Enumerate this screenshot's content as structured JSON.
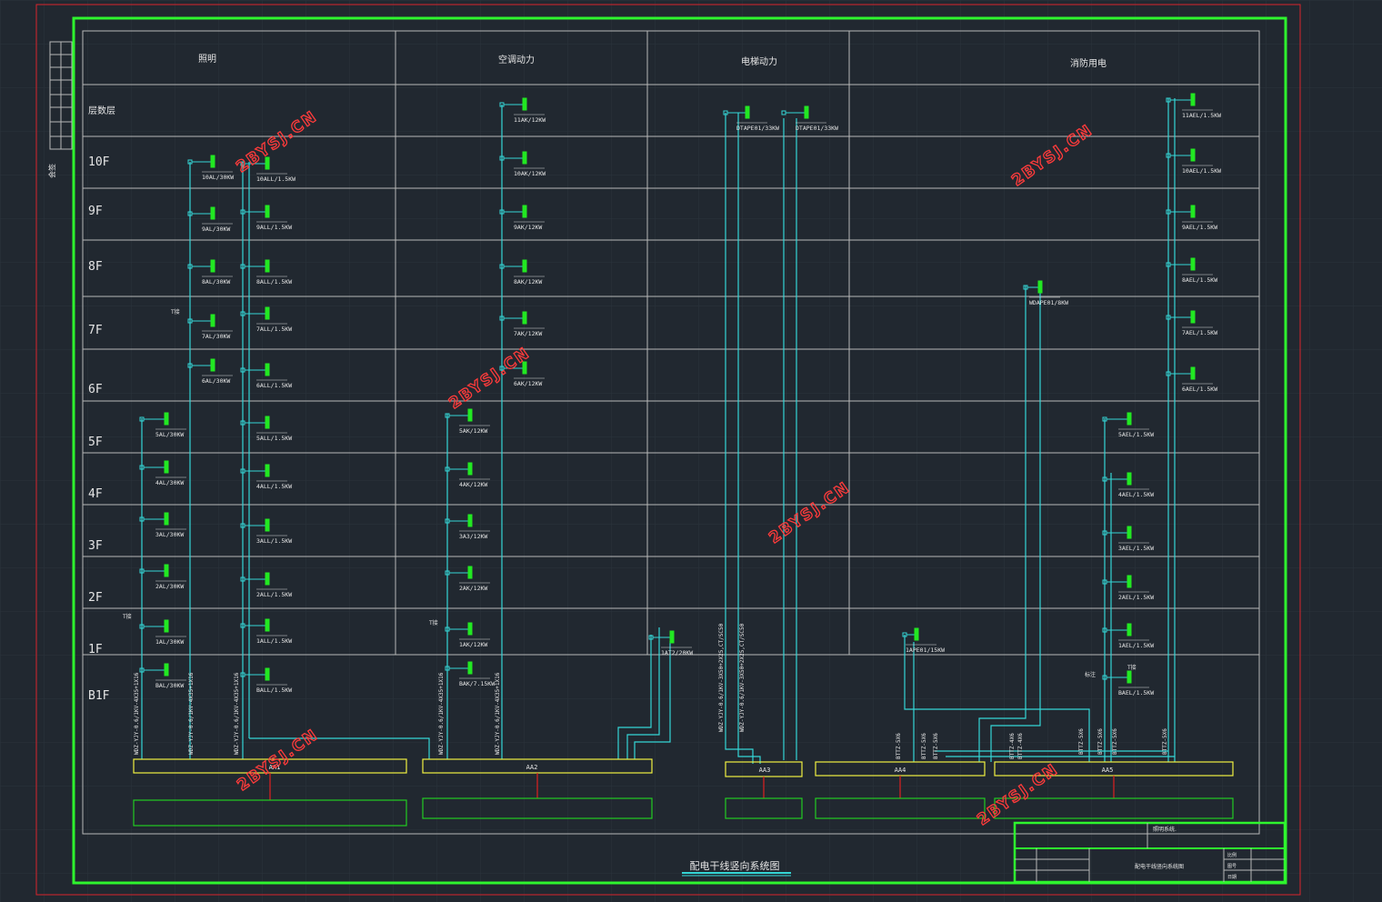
{
  "colors": {
    "background": "#212830",
    "grid": "#2b333c",
    "red_border": "#d9232b",
    "green_frame": "#2ef52e",
    "table_line": "#b8b8b8",
    "cable": "#35d6d6",
    "breaker": "#22e822",
    "bus_bar": "#f0f040",
    "cabinet": "#22cc22",
    "link_red": "#e02020",
    "watermark": "#ff3b3b",
    "title_underline": "#35d6d6"
  },
  "drawing": {
    "title": "配电干线竖向系统图",
    "watermark_text": "2BYSJ.CN"
  },
  "table": {
    "sections": [
      {
        "id": "lighting",
        "label": "照明"
      },
      {
        "id": "hvac",
        "label": "空调动力"
      },
      {
        "id": "elevator",
        "label": "电梯动力"
      },
      {
        "id": "fire",
        "label": "消防用电"
      }
    ],
    "floor_header": "层数层",
    "floors": [
      "10F",
      "9F",
      "8F",
      "7F",
      "6F",
      "5F",
      "4F",
      "3F",
      "2F",
      "1F",
      "B1F"
    ]
  },
  "cabinets": [
    {
      "id": "AA1",
      "label": "AA1"
    },
    {
      "id": "AA2",
      "label": "AA2"
    },
    {
      "id": "AA3",
      "label": "AA3"
    },
    {
      "id": "AA4",
      "label": "AA4"
    },
    {
      "id": "AA5",
      "label": "AA5"
    }
  ],
  "cables": {
    "aa1_a": "WDZ-YJY-0.6/1KV-4X35+1X16",
    "aa1_b": "WDZ-YJY-0.6/1KV-4X35+1X16",
    "aa1_c": "WDZ-YJY-0.6/1KV-4X35+1X16",
    "aa2_a": "WDZ-YJY-0.6/1KV-4X35+1X16",
    "aa2_b": "WDZ-YJY-0.6/1KV-4X35+1X16",
    "aa3_a": "WDZ-YJY-0.6/1KV-3X50+2X25,CT/SC50",
    "aa3_b": "WDZ-YJY-0.6/1KV-3X50+2X25,CT/SC50",
    "aa5_a": "BTTZ-5X6",
    "aa5_b": "BTTZ-5X6",
    "aa5_c": "BTTZ-5X6",
    "aa5_d": "BTTZ-4X6",
    "aa5_e": "BTTZ-4X6",
    "aa5_f": "BTTZ-5X6",
    "aa5_g": "BTTZ-5X6",
    "aa5_h": "BTTZ-5X6",
    "aa5_i": "BTTZ-5X6"
  },
  "panels": {
    "light_a": [
      "5AL/30KW",
      "4AL/30KW",
      "3AL/30KW",
      "2AL/30KW",
      "1AL/30KW",
      "BAL/30KW"
    ],
    "light_b": [
      "10AL/30KW",
      "9AL/30KW",
      "8AL/30KW",
      "7AL/30KW",
      "6AL/30KW"
    ],
    "light_c": [
      "10ALL/1.5KW",
      "9ALL/1.5KW",
      "8ALL/1.5KW",
      "7ALL/1.5KW",
      "6ALL/1.5KW",
      "5ALL/1.5KW",
      "4ALL/1.5KW",
      "3ALL/1.5KW",
      "2ALL/1.5KW",
      "1ALL/1.5KW",
      "BALL/1.5KW"
    ],
    "hvac_a": [
      "5AK/12KW",
      "4AK/12KW",
      "3A3/12KW",
      "2AK/12KW",
      "1AK/12KW",
      "BAK/7.15KW"
    ],
    "hvac_b": [
      "11AK/12KW",
      "10AK/12KW",
      "9AK/12KW",
      "8AK/12KW",
      "7AK/12KW",
      "6AK/12KW"
    ],
    "special_1": "1AT2/20KW",
    "elevator_1": "DTAPE01/33KW",
    "elevator_2": "DTAPE01/33KW",
    "fire_pump": "1APE01/15KW",
    "fire_top": "WDAPE01/8KW",
    "fire_a": [
      "5AEL/1.5KW",
      "4AEL/1.5KW",
      "3AEL/1.5KW",
      "2AEL/1.5KW",
      "1AEL/1.5KW",
      "BAEL/1.5KW"
    ],
    "fire_b": [
      "11AEL/1.5KW",
      "10AEL/1.5KW",
      "9AEL/1.5KW",
      "8AEL/1.5KW",
      "7AEL/1.5KW",
      "6AEL/1.5KW"
    ]
  },
  "notes": {
    "note_t": "T接",
    "note_t2": "T接",
    "note_t3": "T接",
    "note_t4": "T接",
    "note_mark": "标注"
  },
  "title_block": {
    "company": "照明系统.",
    "drawing_name": "配电干线竖向系统图",
    "scale_label": "比例",
    "sheet_label": "图号",
    "date_label": "日期"
  },
  "side_strip": {
    "label": "会签"
  }
}
